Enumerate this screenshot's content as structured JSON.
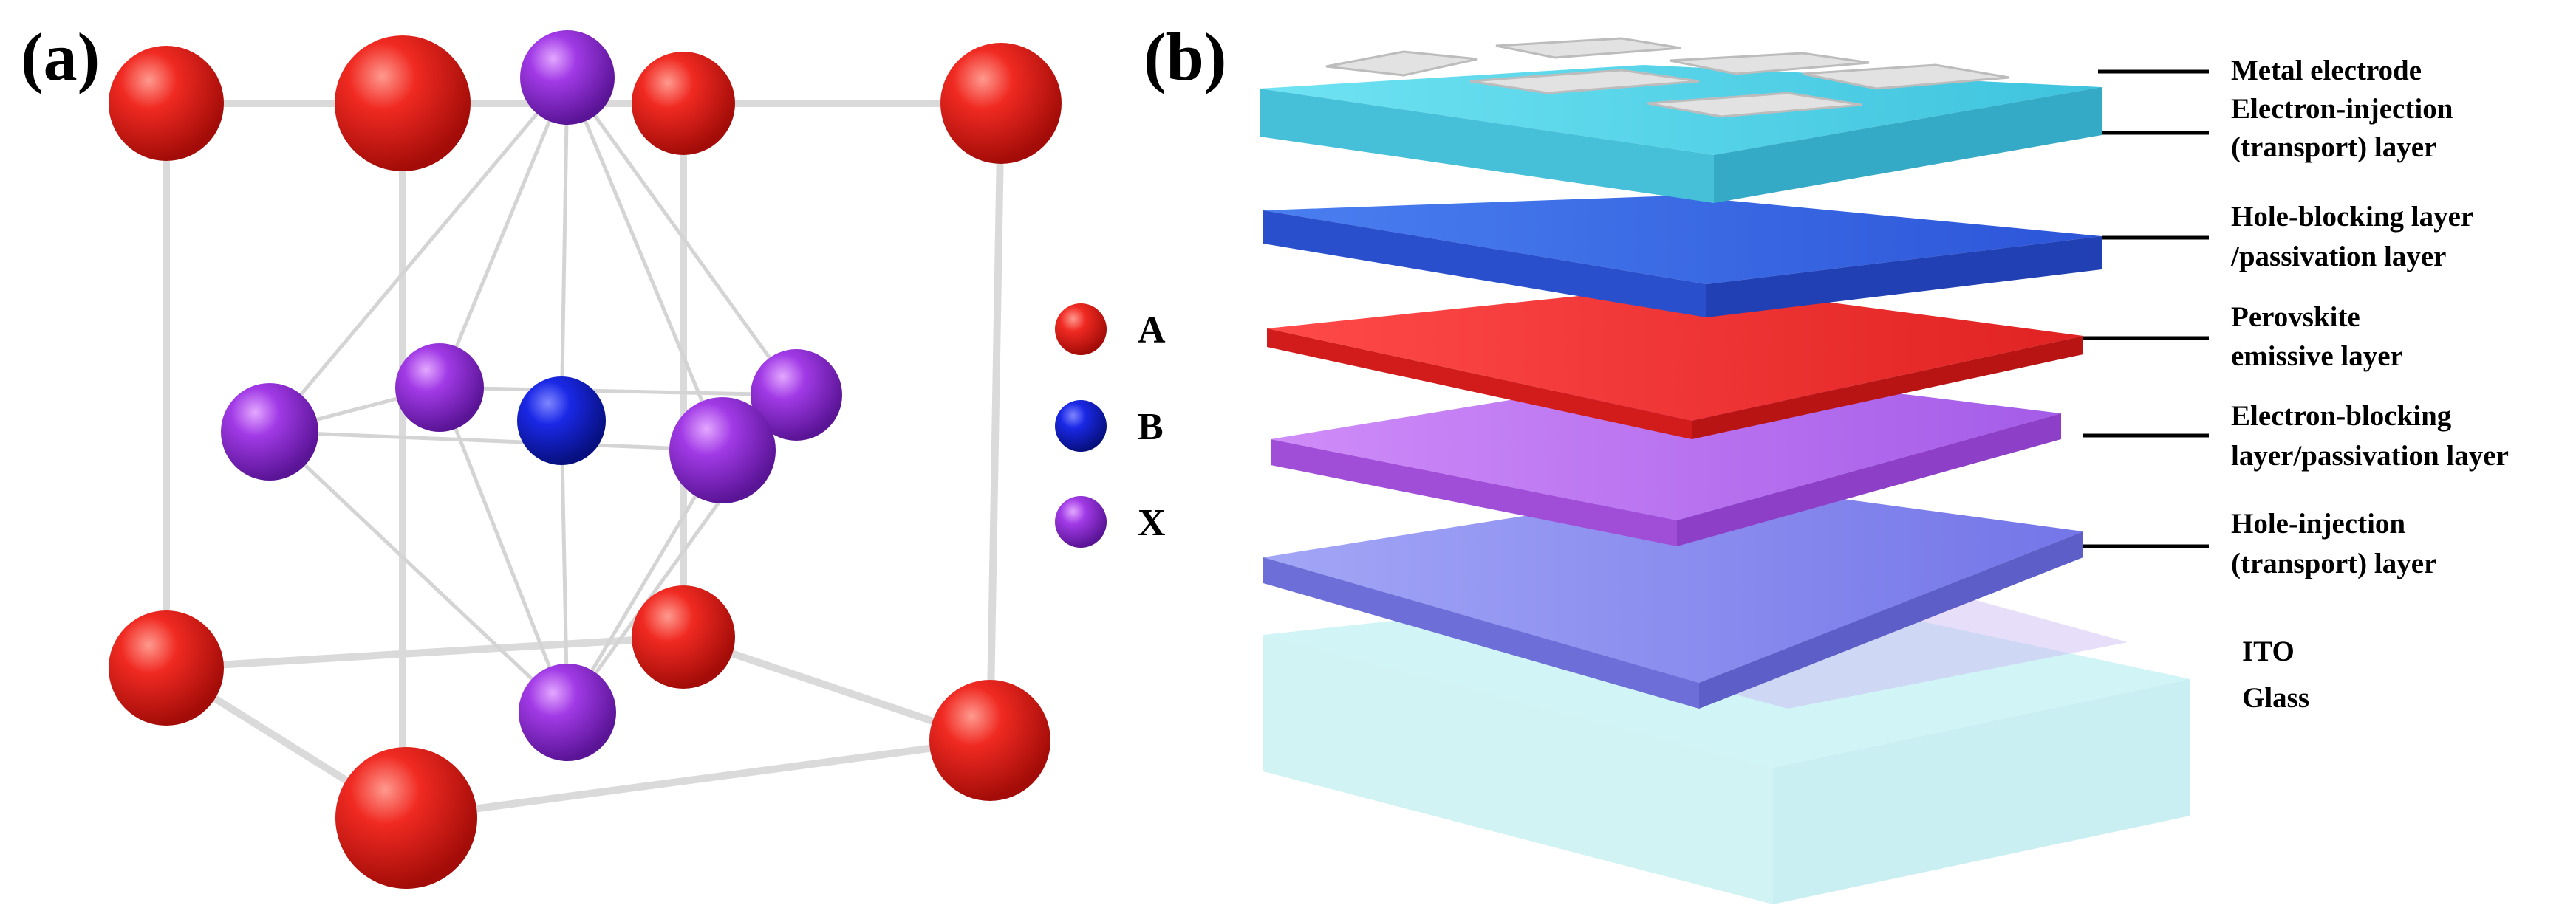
{
  "panels": {
    "a": {
      "label": "(a)"
    },
    "b": {
      "label": "(b)"
    }
  },
  "legend": [
    {
      "symbol": "A",
      "color": "#e8211d"
    },
    {
      "symbol": "B",
      "color": "#1322e0"
    },
    {
      "symbol": "X",
      "color": "#9a2fe0"
    }
  ],
  "layers": [
    {
      "lines": [
        "Metal electrode"
      ],
      "color": "#d8d8d8"
    },
    {
      "lines": [
        "Electron-injection",
        "(transport) layer"
      ],
      "color": "#5ad2e6"
    },
    {
      "lines": [
        "Hole-blocking layer",
        "/passivation layer"
      ],
      "color": "#3f6ee8"
    },
    {
      "lines": [
        "Perovskite",
        "emissive layer"
      ],
      "color": "#f03a3a"
    },
    {
      "lines": [
        "Electron-blocking",
        "layer/passivation layer"
      ],
      "color": "#b66ff0"
    },
    {
      "lines": [
        "Hole-injection",
        "(transport) layer"
      ],
      "color": "#8b8cf0"
    },
    {
      "lines": [
        "ITO",
        "Glass"
      ],
      "color": "#bdeff0"
    }
  ]
}
